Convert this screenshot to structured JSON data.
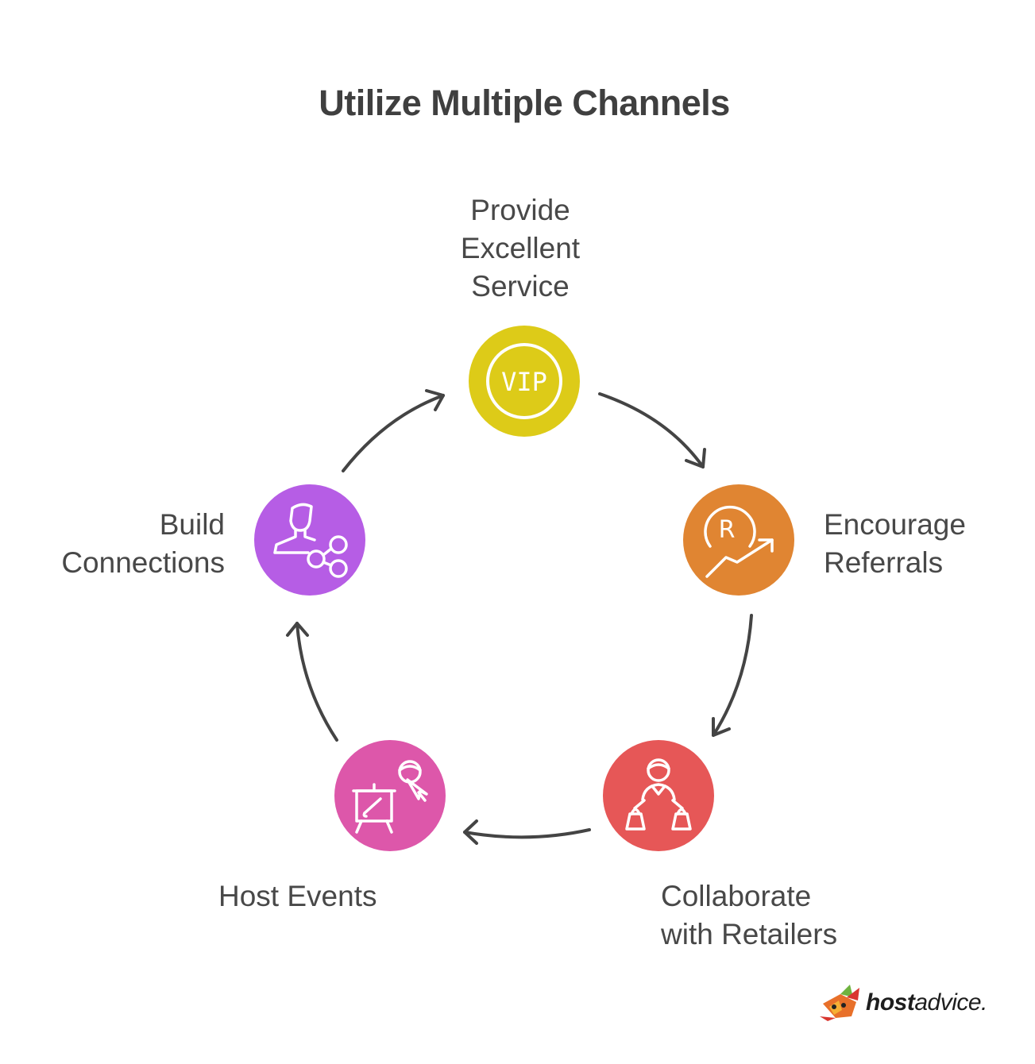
{
  "title": "Utilize Multiple Channels",
  "colors": {
    "yellow": "#DDCB18",
    "orange": "#E08532",
    "red": "#E65757",
    "pink": "#DD57AA",
    "purple": "#B65DE5",
    "arrow": "#444444",
    "text": "#484848"
  },
  "nodes": [
    {
      "id": "service",
      "icon": "vip-badge-icon",
      "icon_text": "VIP",
      "label_lines": [
        "Provide",
        "Excellent",
        "Service"
      ]
    },
    {
      "id": "referrals",
      "icon": "referral-growth-icon",
      "icon_text": "R",
      "label_lines": [
        "Encourage",
        "Referrals"
      ]
    },
    {
      "id": "retailers",
      "icon": "retail-shopping-icon",
      "label_lines": [
        "Collaborate",
        "with Retailers"
      ]
    },
    {
      "id": "events",
      "icon": "presentation-easel-icon",
      "label_lines": [
        "Host Events"
      ]
    },
    {
      "id": "connections",
      "icon": "user-network-icon",
      "label_lines": [
        "Build",
        "Connections"
      ]
    }
  ],
  "logo": {
    "bold": "host",
    "regular": "advice."
  }
}
